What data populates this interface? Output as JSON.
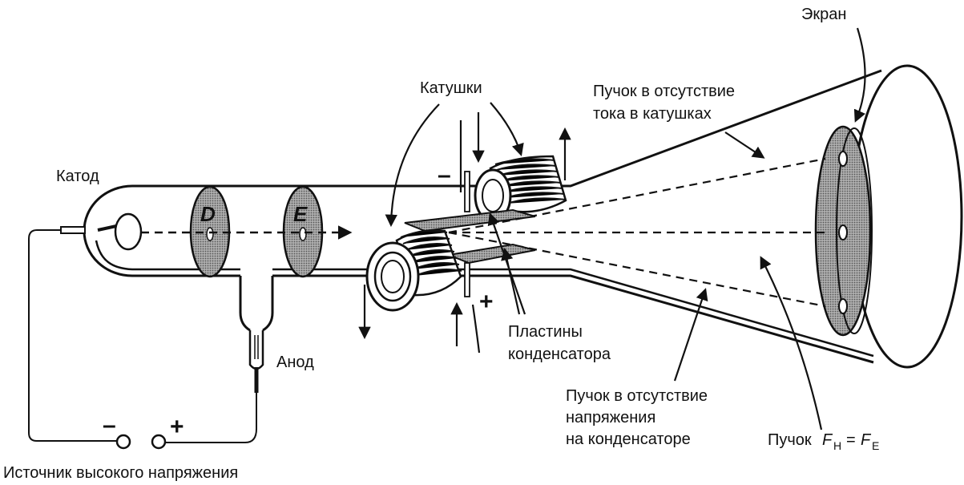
{
  "labels": {
    "screen": "Экран",
    "coils": "Катушки",
    "beam_no_current_1": "Пучок в отсутствие",
    "beam_no_current_2": "тока в катушках",
    "cathode": "Катод",
    "plate_d": "D",
    "plate_e": "E",
    "anode": "Анод",
    "capacitor_plates_1": "Пластины",
    "capacitor_plates_2": "конденсатора",
    "beam_no_voltage_1": "Пучок в отсутствие",
    "beam_no_voltage_2": "напряжения",
    "beam_no_voltage_3": "на конденсаторе",
    "beam_balanced_prefix": "Пучок",
    "force_h": "F",
    "force_h_sub": "H",
    "equals": "=",
    "force_e": "F",
    "force_e_sub": "E",
    "source": "Источник высокого напряжения",
    "source_minus": "–",
    "source_plus": "+",
    "plate_minus": "–",
    "plate_plus": "+"
  },
  "colors": {
    "ink": "#111111",
    "fill_gray": "#8a8a8a",
    "paper": "#ffffff"
  }
}
